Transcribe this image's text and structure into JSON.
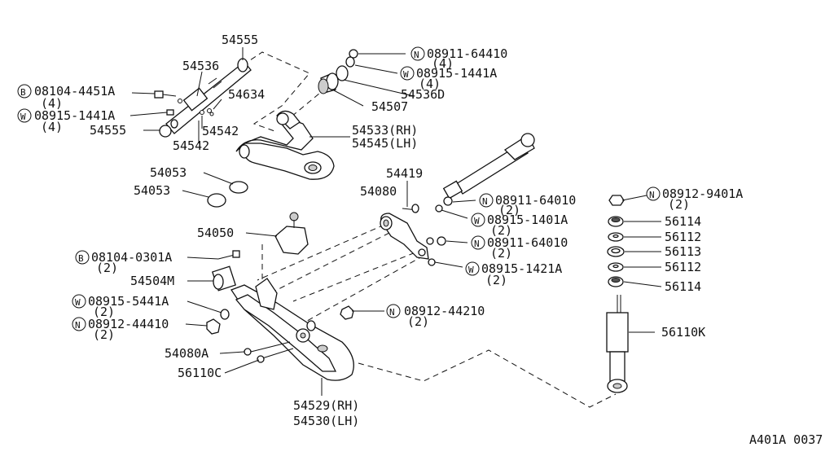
{
  "labels": {
    "p54555_top": "54555",
    "p54536": "54536",
    "p08104_4451A": "08104-4451A",
    "p08104_4451A_qty": "(4)",
    "p54634": "54634",
    "p08915_1441A_left": "08915-1441A",
    "p08915_1441A_left_qty": "(4)",
    "p54555_bot": "54555",
    "p54542_a": "54542",
    "p54542_b": "54542",
    "p08911_64410": "08911-64410",
    "p08911_64410_qty": "(4)",
    "p08915_1441A_right": "08915-1441A",
    "p08915_1441A_right_qty": "(4)",
    "p54536D": "54536D",
    "p54507": "54507",
    "p54533": "54533(RH)",
    "p54545": "54545(LH)",
    "p54053_a": "54053",
    "p54053_b": "54053",
    "p54419": "54419",
    "p54080": "54080",
    "p08911_64010_a": "08911-64010",
    "p08911_64010_a_qty": "(2)",
    "p08915_1401A": "08915-1401A",
    "p08915_1401A_qty": "(2)",
    "p08911_64010_b": "08911-64010",
    "p08911_64010_b_qty": "(2)",
    "p08915_1421A": "08915-1421A",
    "p08915_1421A_qty": "(2)",
    "p08912_9401A": "08912-9401A",
    "p08912_9401A_qty": "(2)",
    "p56114_a": "56114",
    "p56112_a": "56112",
    "p56113": "56113",
    "p56112_b": "56112",
    "p56114_b": "56114",
    "p54050": "54050",
    "p08104_0301A": "08104-0301A",
    "p08104_0301A_qty": "(2)",
    "p54504M": "54504M",
    "p08915_5441A": "08915-5441A",
    "p08915_5441A_qty": "(2)",
    "p08912_44410": "08912-44410",
    "p08912_44410_qty": "(2)",
    "p08912_44210": "08912-44210",
    "p08912_44210_qty": "(2)",
    "p56110K": "56110K",
    "p54080A": "54080A",
    "p56110C": "56110C",
    "p54529": "54529(RH)",
    "p54530": "54530(LH)"
  },
  "prefix_marks": {
    "b": "B",
    "w": "W",
    "n": "N"
  },
  "figure_code": "A401A 0037"
}
